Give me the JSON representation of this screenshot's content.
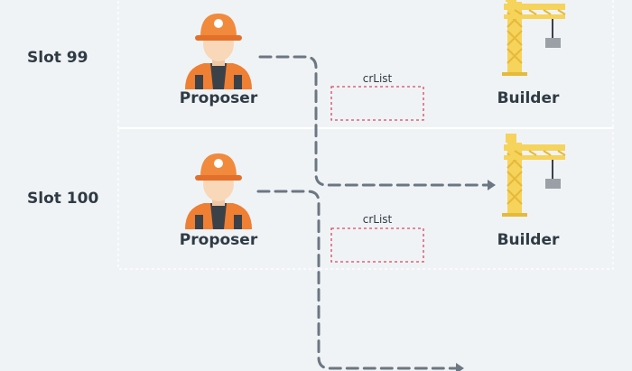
{
  "colors": {
    "background": "#f0f3f6",
    "row_border": "#ffffff",
    "arrow": "#6b7782",
    "crlist_border": "#d8485a",
    "helmet": "#f18a3c",
    "vest": "#ef7f33",
    "skin": "#f9d8b9",
    "crane": "#f6d35b",
    "weight": "#9aa0a6"
  },
  "slots": [
    {
      "label": "Slot 99",
      "proposer_label": "Proposer",
      "crlist_label": "crList",
      "builder_label": "Builder"
    },
    {
      "label": "Slot 100",
      "proposer_label": "Proposer",
      "crlist_label": "crList",
      "builder_label": "Builder"
    }
  ]
}
